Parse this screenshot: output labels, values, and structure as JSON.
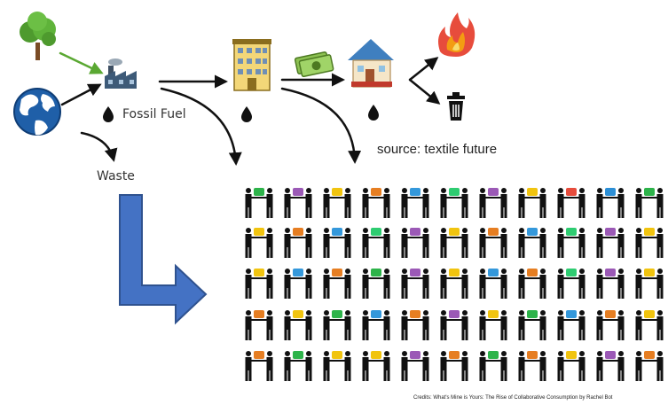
{
  "flow": {
    "fossil_fuel_label": "Fossil Fuel",
    "waste_label": "Waste"
  },
  "source_text": "source: textile future",
  "credits_text": "Credits: What's Mine is Yours: The Rise of Collaborative Consumption by Rachel Bot",
  "icons": {
    "tree": "tree-icon",
    "globe": "globe-icon",
    "factory": "factory-icon",
    "store": "store-building-icon",
    "money": "money-icon",
    "house": "house-icon",
    "fire": "fire-icon",
    "trash": "trash-can-icon",
    "oil_drop": "oil-drop-icon"
  },
  "colors": {
    "green_arrow": "#5aa832",
    "blue_arrow": "#4472c4",
    "black_arrow": "#111111"
  },
  "people_rows": [
    {
      "item_colors": [
        "#2db34a",
        "#9b59b6",
        "#f1c40f",
        "#e67e22",
        "#3498db",
        "#2ecc71",
        "#9b59b6",
        "#f1c40f",
        "#e74c3c",
        "#2c8fd6",
        "#2db34a"
      ]
    },
    {
      "item_colors": [
        "#f1c40f",
        "#e67e22",
        "#3498db",
        "#2ecc71",
        "#9b59b6",
        "#f1c40f",
        "#e67e22",
        "#3498db",
        "#2ecc71",
        "#9b59b6",
        "#f1c40f"
      ]
    },
    {
      "item_colors": [
        "#f1c40f",
        "#3498db",
        "#e67e22",
        "#2db34a",
        "#9b59b6",
        "#f1c40f",
        "#3498db",
        "#e67e22",
        "#2ecc71",
        "#9b59b6",
        "#f1c40f"
      ]
    },
    {
      "item_colors": [
        "#e67e22",
        "#f1c40f",
        "#2db34a",
        "#3498db",
        "#e67e22",
        "#9b59b6",
        "#f1c40f",
        "#2db34a",
        "#3498db",
        "#e67e22",
        "#f1c40f"
      ]
    },
    {
      "item_colors": [
        "#e67e22",
        "#2db34a",
        "#f1c40f",
        "#f1c40f",
        "#9b59b6",
        "#e67e22",
        "#2db34a",
        "#e67e22",
        "#f1c40f",
        "#9b59b6",
        "#e67e22"
      ]
    }
  ]
}
